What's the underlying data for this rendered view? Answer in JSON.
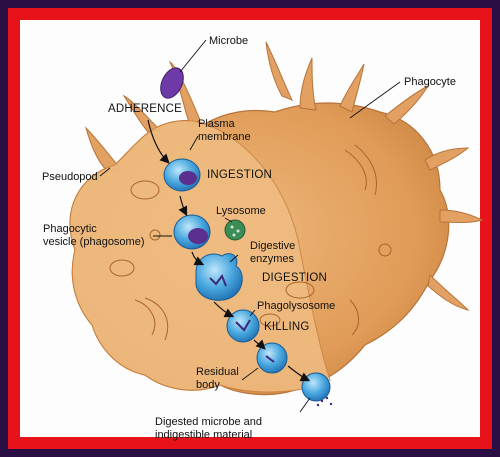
{
  "labels": {
    "microbe": "Microbe",
    "adherence": "ADHERENCE",
    "plasma_membrane_1": "Plasma",
    "plasma_membrane_2": "membrane",
    "phagocyte": "Phagocyte",
    "pseudopod": "Pseudopod",
    "ingestion": "INGESTION",
    "lysosome": "Lysosome",
    "phagocytic_vesicle_1": "Phagocytic",
    "phagocytic_vesicle_2": "vesicle (phagosome)",
    "digestive_enzymes_1": "Digestive",
    "digestive_enzymes_2": "enzymes",
    "digestion": "DIGESTION",
    "phagolysosome": "Phagolysosome",
    "killing": "KILLING",
    "residual_body_1": "Residual",
    "residual_body_2": "body",
    "digested_1": "Digested microbe and",
    "digested_2": "indigestible material"
  },
  "colors": {
    "outer_bg": "#2a0f45",
    "border": "#e8121b",
    "panel": "#fdfdfd",
    "cell_fill": "#e3a262",
    "cell_shadow": "#c7803f",
    "cut_face": "#f0bd82",
    "microbe": "#6e3aa7",
    "vesicle": "#3fa0dc",
    "lysosome": "#3b8d55"
  }
}
